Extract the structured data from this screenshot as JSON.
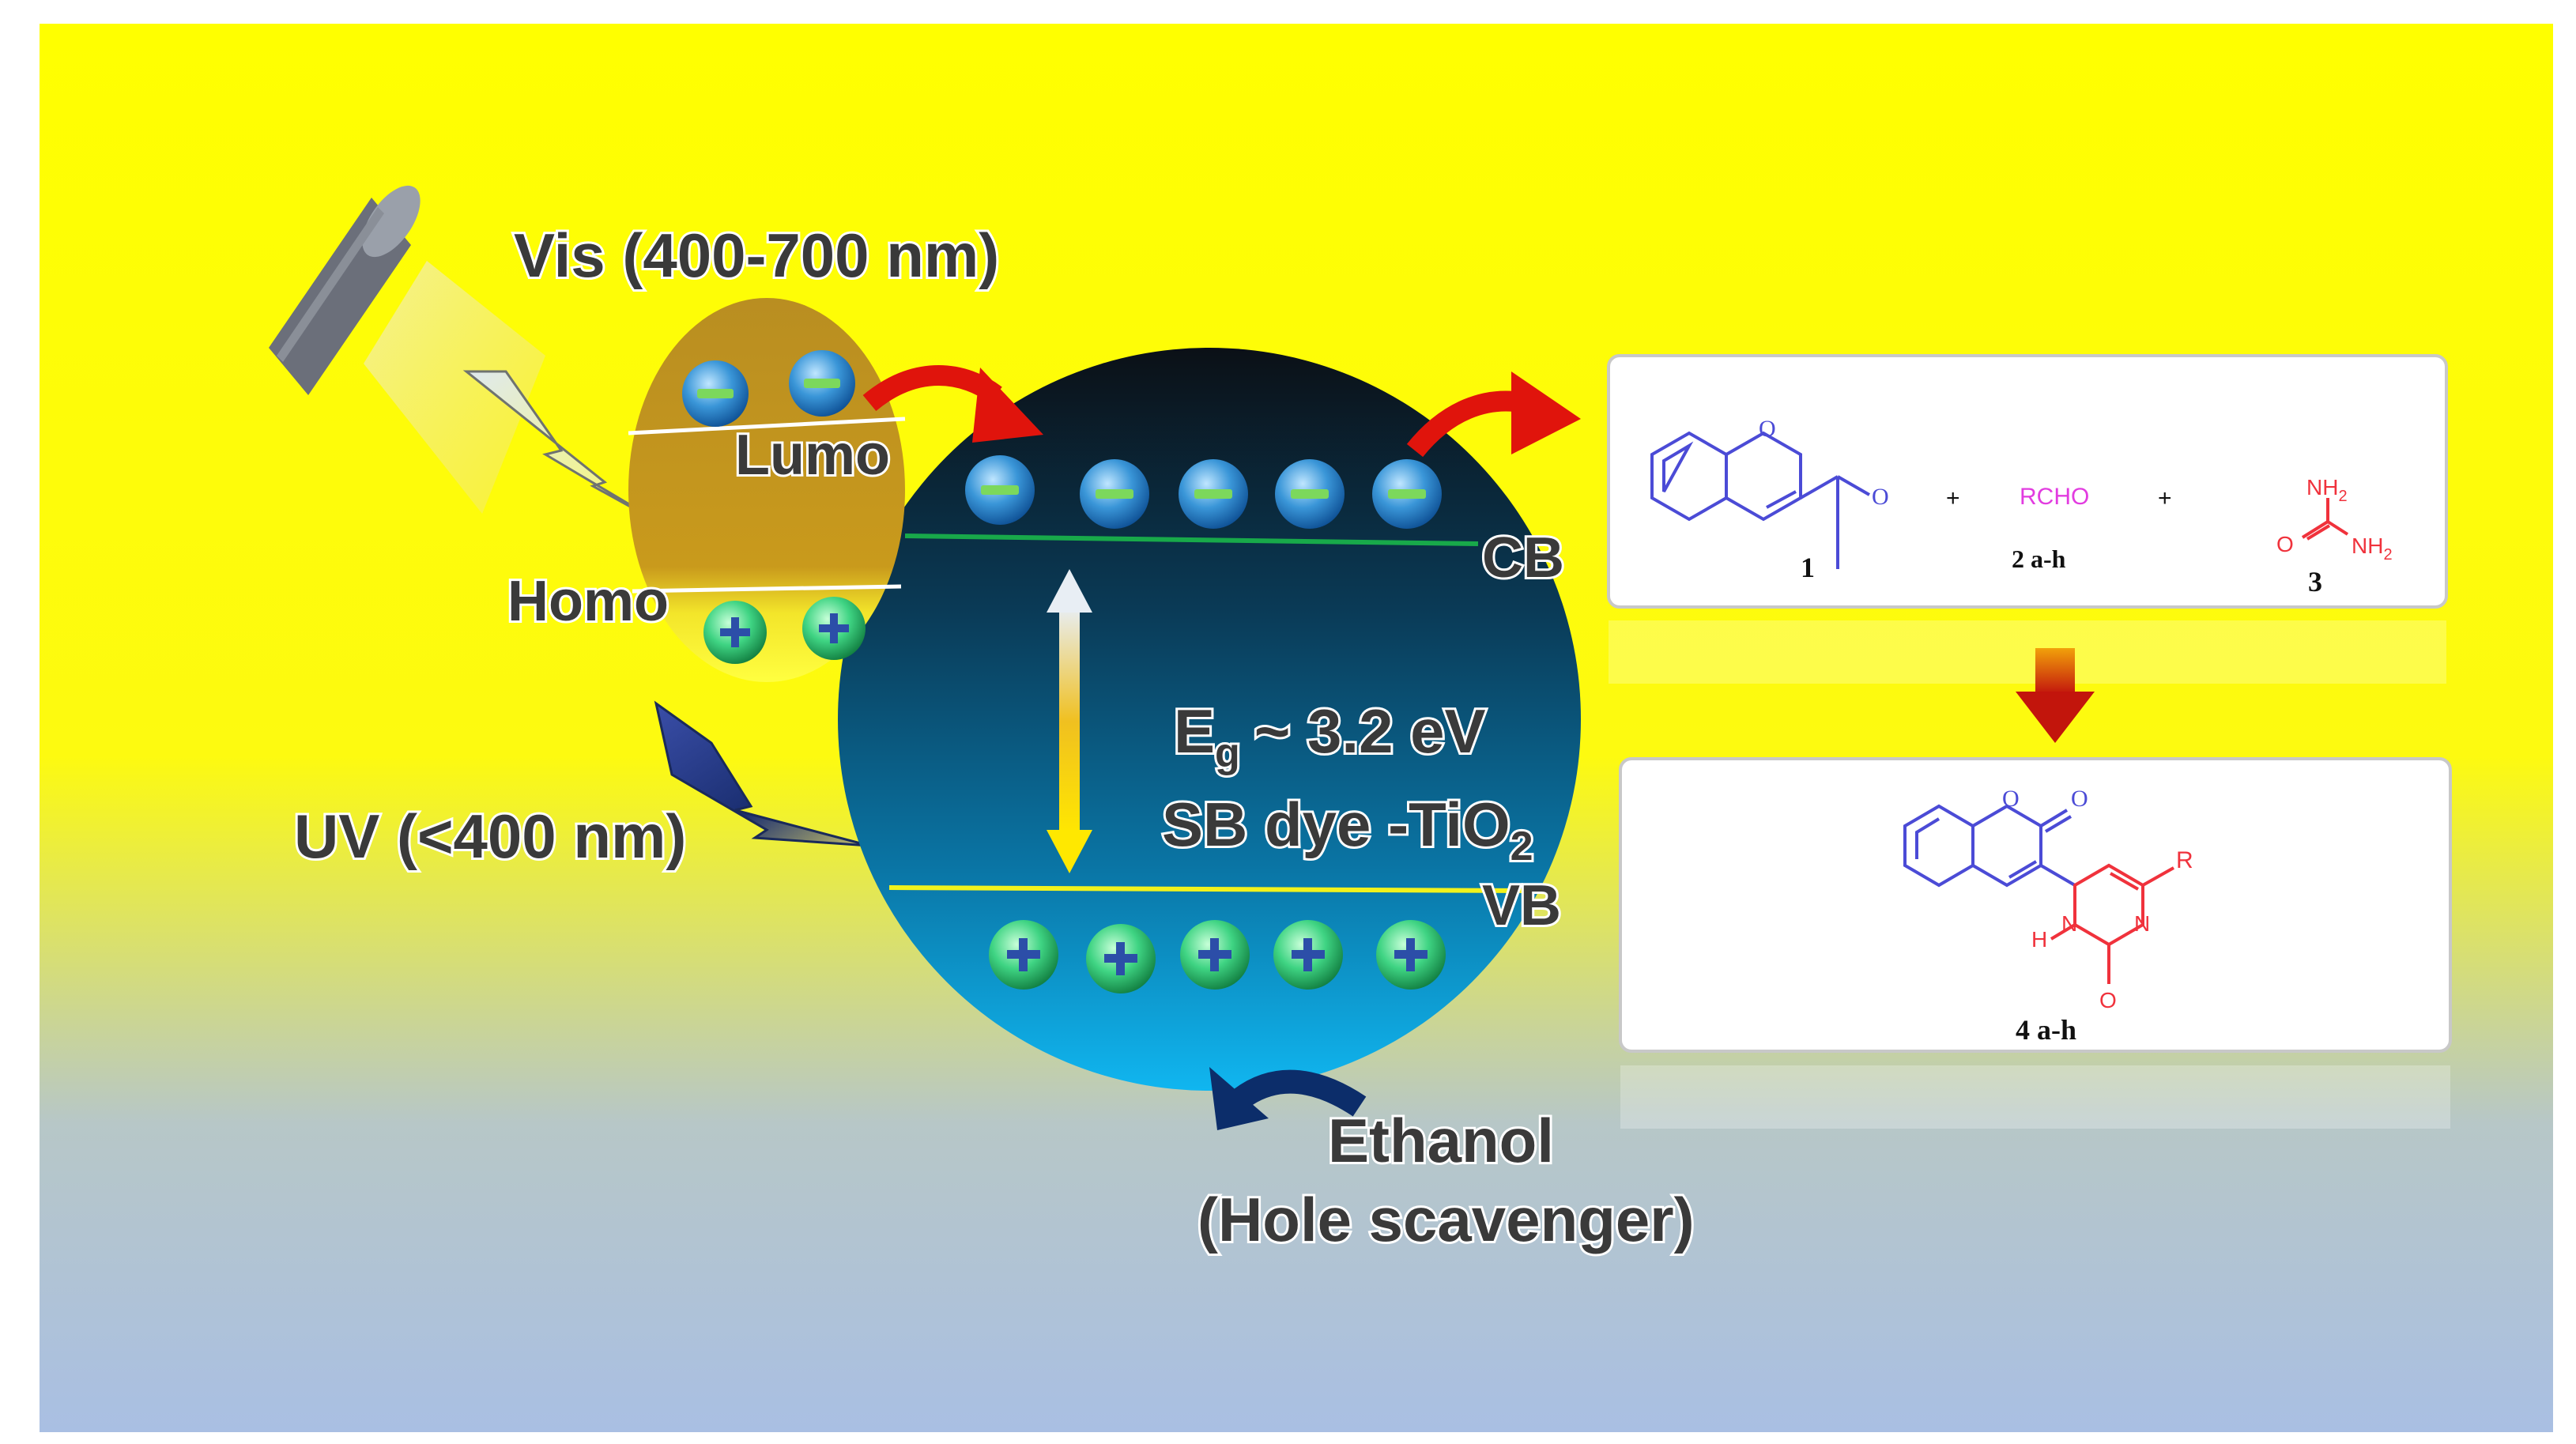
{
  "colors": {
    "background_top": "#ffff00",
    "background_bottom": "#a9bfe3",
    "dye_brown": "#c1931e",
    "tio2_dark": "#0b1a2c",
    "tio2_light": "#10b6f0",
    "cb_line": "#18a94a",
    "vb_line": "#f1f21c",
    "arrow_red": "#e0140c",
    "arrow_navy": "#0c2d6a",
    "molecule_blue": "#4b4bd6",
    "molecule_red": "#f0323c",
    "molecule_magenta": "#e23ce0"
  },
  "labels": {
    "vis": "Vis (400-700 nm)",
    "uv": "UV (<400 nm)",
    "lumo": "Lumo",
    "homo": "Homo",
    "cb": "CB",
    "vb": "VB",
    "eg_main": "E",
    "eg_sub": "g",
    "eg_value": "~ 3.2 eV",
    "sb_dye": "SB dye -TiO",
    "sb_sub": "2",
    "ethanol": "Ethanol",
    "hole_scavenger": "(Hole scavenger)"
  },
  "reaction": {
    "compound1_label": "1",
    "compound2_label": "2 a-h",
    "compound3_label": "3",
    "product_label": "4 a-h",
    "rcho": "RCHO",
    "plus": "+",
    "nh2": "NH",
    "nh2_sub": "2",
    "o": "O",
    "n": "N",
    "h": "H",
    "r": "R"
  },
  "icons": {
    "electron": "minus-sign",
    "hole": "plus-sign",
    "light_source": "lamp-disc-icon"
  }
}
